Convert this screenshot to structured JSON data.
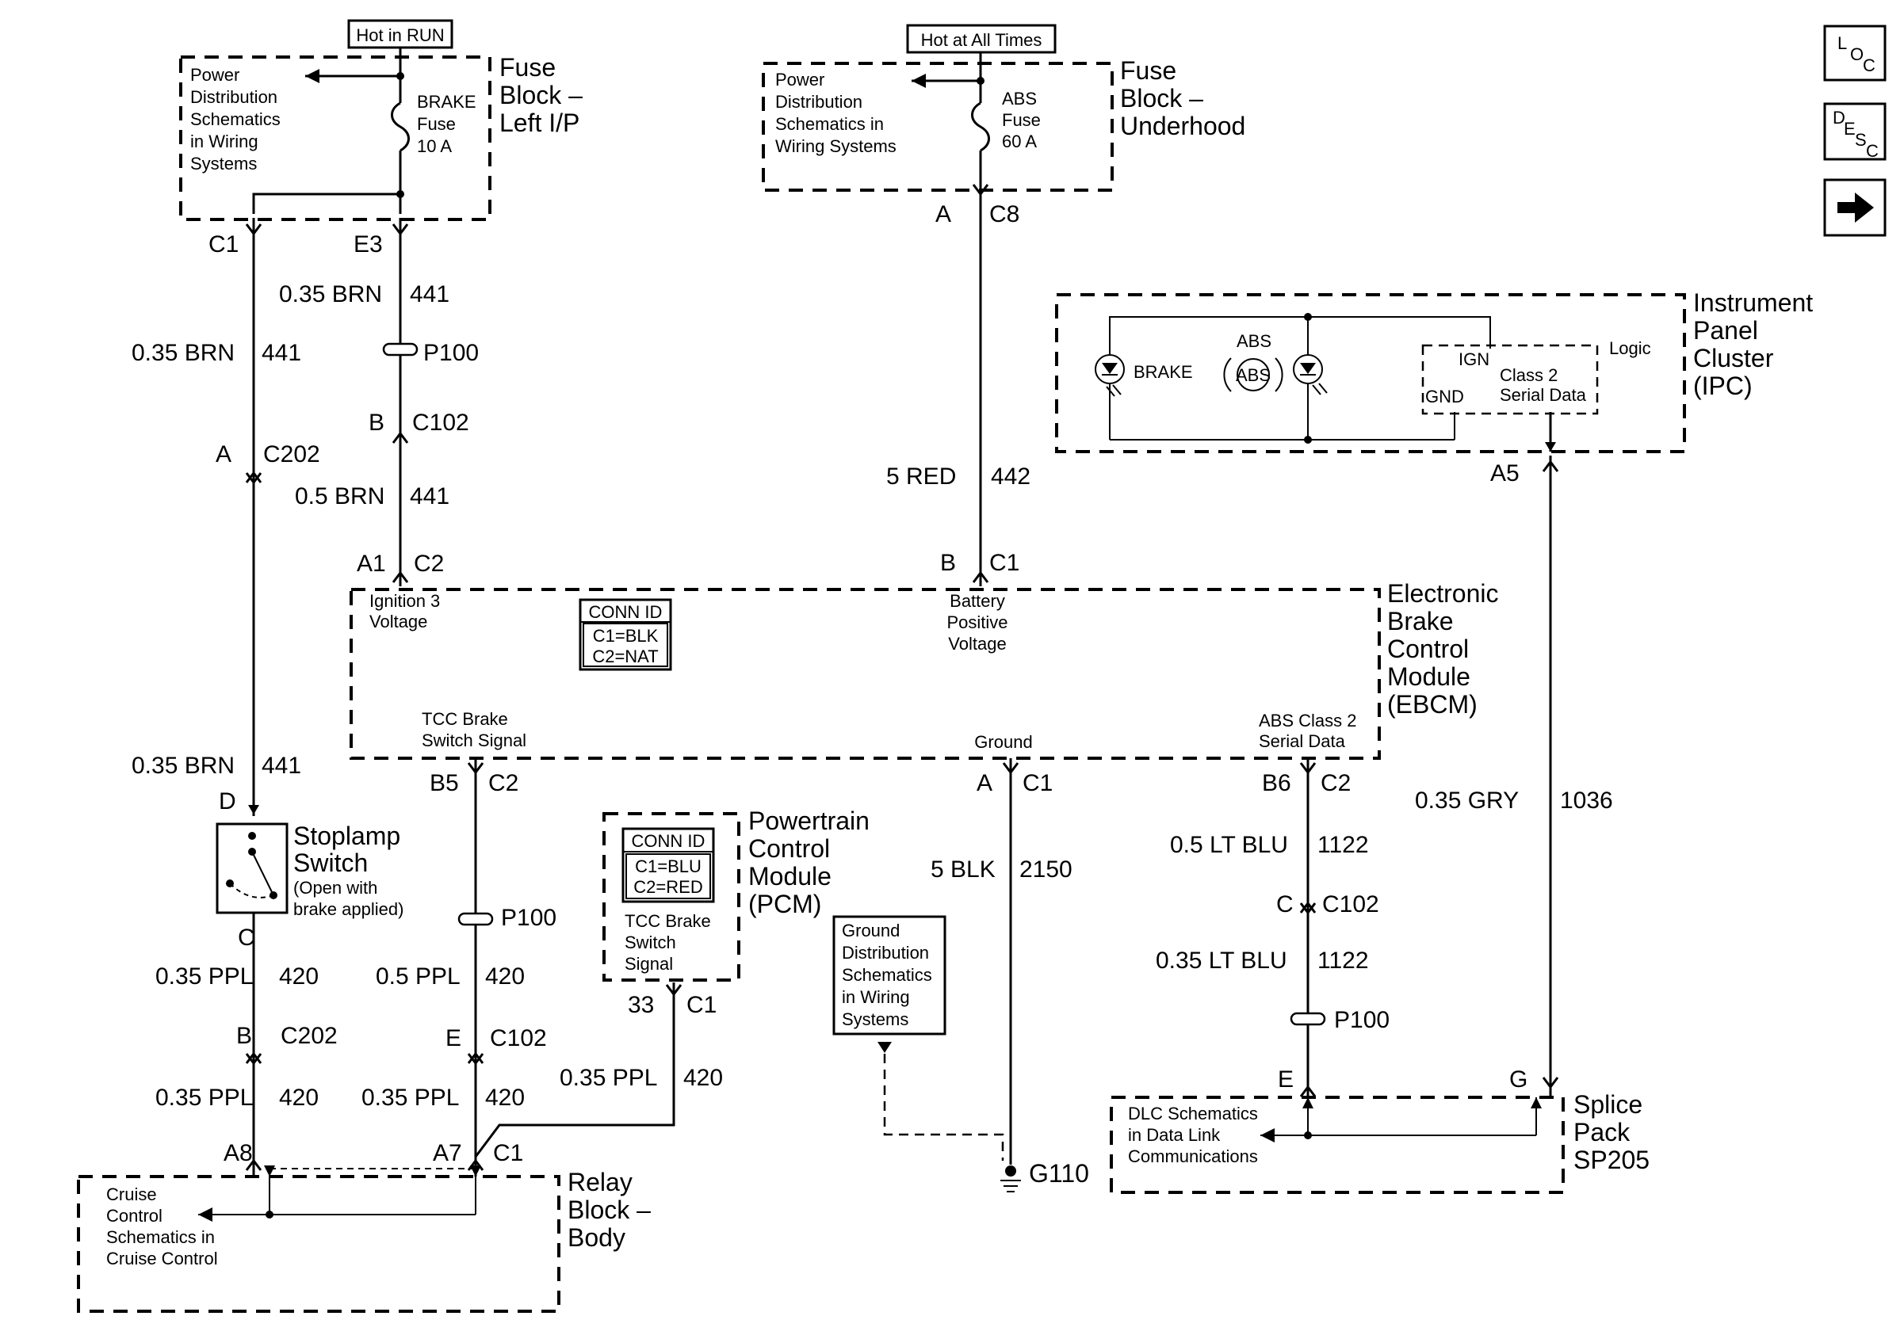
{
  "nav": {
    "loc": "LOC",
    "desc": "DESC"
  },
  "fuse_left": {
    "hot_label": "Hot in RUN",
    "title": [
      "Fuse",
      "Block –",
      "Left I/P"
    ],
    "power_dist": [
      "Power",
      "Distribution",
      "Schematics",
      "in Wiring",
      "Systems"
    ],
    "fuse": [
      "BRAKE",
      "Fuse",
      "10 A"
    ]
  },
  "fuse_under": {
    "hot_label": "Hot at All Times",
    "title": [
      "Fuse",
      "Block –",
      "Underhood"
    ],
    "power_dist": [
      "Power",
      "Distribution",
      "Schematics in",
      "Wiring Systems"
    ],
    "fuse": [
      "ABS",
      "Fuse",
      "60 A"
    ]
  },
  "ipc": {
    "title": [
      "Instrument",
      "Panel",
      "Cluster",
      "(IPC)"
    ],
    "brake": "BRAKE",
    "abs_top": "ABS",
    "abs_circle": "ABS",
    "logic": "Logic",
    "ign": "IGN",
    "gnd": "GND",
    "class2": [
      "Class 2",
      "Serial Data"
    ]
  },
  "ebcm": {
    "title": [
      "Electronic",
      "Brake",
      "Control",
      "Module",
      "(EBCM)"
    ],
    "ign_volt": [
      "Ignition 3",
      "Voltage"
    ],
    "batt": [
      "Battery",
      "Positive",
      "Voltage"
    ],
    "tcc": [
      "TCC Brake",
      "Switch Signal"
    ],
    "ground": "Ground",
    "abs_class2": [
      "ABS Class 2",
      "Serial Data"
    ],
    "conn_id": [
      "CONN ID",
      "C1=BLK",
      "C2=NAT"
    ]
  },
  "pcm": {
    "title": [
      "Powertrain",
      "Control",
      "Module",
      "(PCM)"
    ],
    "conn_id": [
      "CONN ID",
      "C1=BLU",
      "C2=RED"
    ],
    "tcc": [
      "TCC Brake",
      "Switch",
      "Signal"
    ]
  },
  "stoplamp": {
    "title": [
      "Stoplamp",
      "Switch"
    ],
    "note": [
      "(Open with",
      "brake applied)"
    ]
  },
  "ground_dist": [
    "Ground",
    "Distribution",
    "Schematics",
    "in Wiring",
    "Systems"
  ],
  "g110": "G110",
  "relay": {
    "title": [
      "Relay",
      "Block –",
      "Body"
    ],
    "cruise": [
      "Cruise",
      "Control",
      "Schematics in",
      "Cruise Control"
    ]
  },
  "splice": {
    "title": [
      "Splice",
      "Pack",
      "SP205"
    ],
    "dlc": [
      "DLC Schematics",
      "in Data Link",
      "Communications"
    ]
  },
  "labels": {
    "c1_top": "C1",
    "e3": "E3",
    "brn035_a": "0.35 BRN",
    "n441_a": "441",
    "brn035_b": "0.35 BRN",
    "n441_b": "441",
    "p100_a": "P100",
    "b_c102": "B",
    "c102_a": "C102",
    "a_c202": "A",
    "c202_a": "C202",
    "brn05": "0.5 BRN",
    "n441_c": "441",
    "a1": "A1",
    "c2_a": "C2",
    "a_c8": "A",
    "c8": "C8",
    "red5": "5 RED",
    "n442": "442",
    "b_c1": "B",
    "c1_b": "C1",
    "a5": "A5",
    "brn035_c": "0.35 BRN",
    "n441_d": "441",
    "d": "D",
    "b5": "B5",
    "c2_b": "C2",
    "a_c1g": "A",
    "c1_g": "C1",
    "b6": "B6",
    "c2_c": "C2",
    "gry035": "0.35 GRY",
    "n1036": "1036",
    "ltblu05": "0.5 LT BLU",
    "n1122_a": "1122",
    "c_c102": "C",
    "c102_b": "C102",
    "ltblu035": "0.35 LT BLU",
    "n1122_b": "1122",
    "p100_c": "P100",
    "blk5": "5 BLK",
    "n2150": "2150",
    "p100_b": "P100",
    "c_sw": "C",
    "ppl035_a": "0.35 PPL",
    "n420_a": "420",
    "ppl05": "0.5 PPL",
    "n420_b": "420",
    "b_c202": "B",
    "c202_b": "C202",
    "e_c102": "E",
    "c102_c": "C102",
    "n33": "33",
    "c1_pcm": "C1",
    "ppl035_b": "0.35 PPL",
    "n420_c": "420",
    "ppl035_c": "0.35 PPL",
    "n420_d": "420",
    "ppl035_d": "0.35 PPL",
    "n420_e": "420",
    "a8": "A8",
    "a7": "A7",
    "c1_relay": "C1",
    "e_sp": "E",
    "g_sp": "G"
  }
}
